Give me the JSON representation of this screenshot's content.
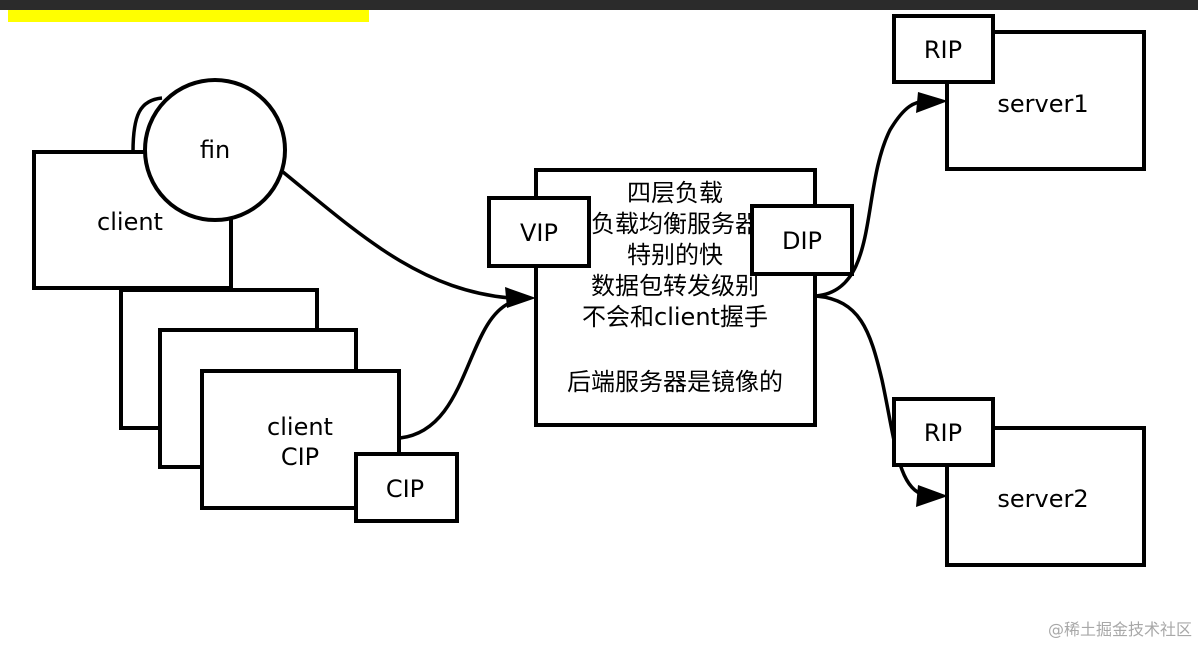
{
  "diagram": {
    "title": "Layer-4 load balancing (LVS) topology",
    "nodes": {
      "client_top": {
        "label": "client"
      },
      "fin": {
        "label": "fin"
      },
      "client_bottom": {
        "lines": [
          "client",
          "CIP"
        ]
      },
      "cip": {
        "label": "CIP"
      },
      "load_balancer": {
        "lines": [
          "四层负载",
          "负载均衡服务器",
          "特别的快",
          "数据包转发级别",
          "不会和client握手",
          "",
          "后端服务器是镜像的"
        ]
      },
      "vip": {
        "label": "VIP"
      },
      "dip": {
        "label": "DIP"
      },
      "server1": {
        "label": "server1"
      },
      "rip1": {
        "label": "RIP"
      },
      "server2": {
        "label": "server2"
      },
      "rip2": {
        "label": "RIP"
      }
    },
    "edges": [
      {
        "from": "fin",
        "to": "load_balancer",
        "arrow": true
      },
      {
        "from": "client_bottom",
        "to": "load_balancer",
        "arrow": true
      },
      {
        "from": "load_balancer",
        "to": "server1",
        "arrow": true
      },
      {
        "from": "load_balancer",
        "to": "server2",
        "arrow": true
      }
    ],
    "colors": {
      "stroke": "#000000",
      "fill": "#ffffff",
      "highlight": "#ffff00",
      "topbar": "#2b2b2b",
      "watermark": "#a8a8a8"
    }
  },
  "watermark": "@稀土掘金技术社区"
}
